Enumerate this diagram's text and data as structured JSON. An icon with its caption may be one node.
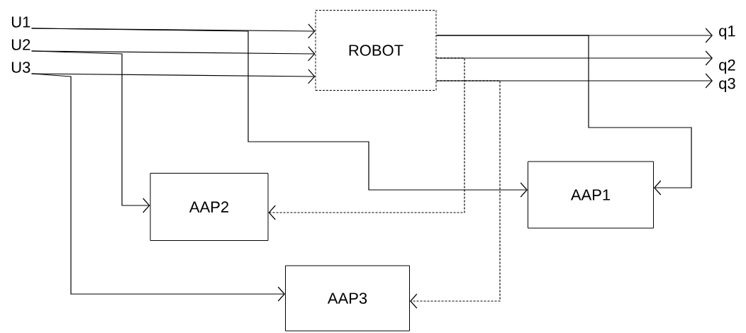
{
  "diagram": {
    "nodes": [
      {
        "text": [
          "U1"
        ]
      },
      {
        "text": [
          "U2"
        ]
      },
      {
        "text": [
          "U3"
        ]
      },
      {
        "text": [
          "ROBOT"
        ]
      },
      {
        "text": [
          "q1"
        ]
      },
      {
        "text": [
          "q2"
        ]
      },
      {
        "text": [
          "q3"
        ]
      },
      {
        "text": [
          "AAP2"
        ]
      },
      {
        "text": [
          "AAP1"
        ]
      },
      {
        "text": [
          "AAP3"
        ]
      }
    ],
    "edges": [
      {
        "from": 0,
        "to": 3,
        "arrow": "to"
      },
      {
        "from": 1,
        "to": 3,
        "arrow": "to"
      },
      {
        "from": 2,
        "to": 3,
        "arrow": "to"
      },
      {
        "from": 3,
        "to": 4,
        "arrow": "to"
      },
      {
        "from": 3,
        "to": 5,
        "arrow": "to"
      },
      {
        "from": 3,
        "to": 6,
        "arrow": "to"
      },
      {
        "from": 0,
        "to": 8,
        "arrow": "to"
      },
      {
        "from": 1,
        "to": 7,
        "arrow": "to"
      },
      {
        "from": 2,
        "to": 9,
        "arrow": "to"
      },
      {
        "from": 3,
        "to": 8,
        "arrow": "to"
      },
      {
        "from": 3,
        "to": 7,
        "arrow": "to",
        "style": "dashed"
      },
      {
        "from": 3,
        "to": 9,
        "arrow": "to",
        "style": "dashed"
      }
    ]
  }
}
